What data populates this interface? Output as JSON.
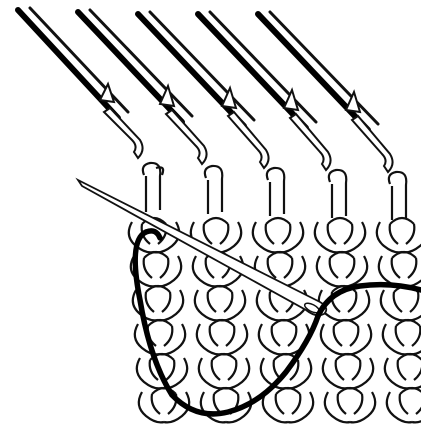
{
  "illustration": {
    "subject": "knitting-machine-needles-with-tapestry-needle-and-yarn",
    "needle_count": 5,
    "stitch_columns": 5,
    "stitch_rows": 6,
    "colors": {
      "background": "#ffffff",
      "line": "#111111",
      "yarn": "#000000"
    }
  }
}
